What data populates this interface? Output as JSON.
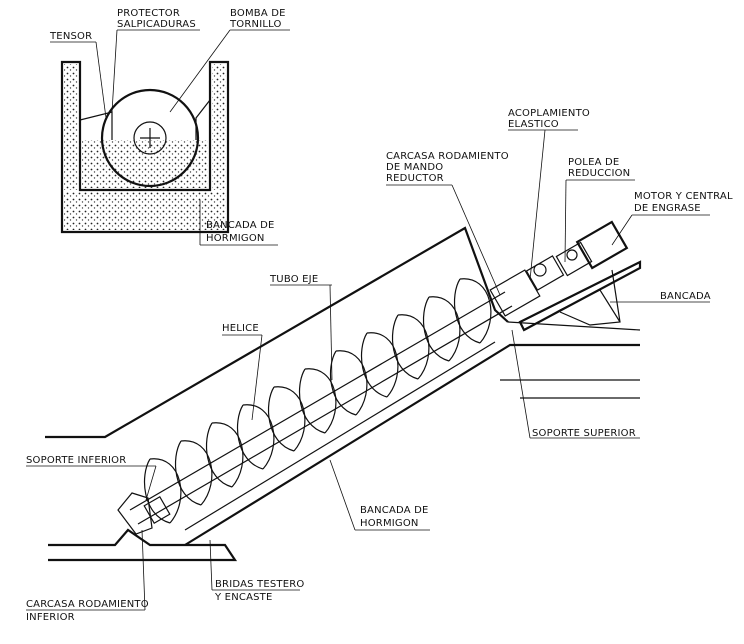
{
  "labels": {
    "tensor": "TENSOR",
    "protector_1": "PROTECTOR",
    "protector_2": "SALPICADURAS",
    "bomba_1": "BOMBA DE",
    "bomba_2": "TORNILLO",
    "bancada_top_1": "BANCADA DE",
    "bancada_top_2": "HORMIGON",
    "acoplamiento_1": "ACOPLAMIENTO",
    "acoplamiento_2": "ELASTICO",
    "carcasa_mando_1": "CARCASA RODAMIENTO",
    "carcasa_mando_2": "DE MANDO",
    "carcasa_mando_3": "REDUCTOR",
    "polea_1": "POLEA DE",
    "polea_2": "REDUCCION",
    "motor_1": "MOTOR Y CENTRAL",
    "motor_2": "DE ENGRASE",
    "bancada": "BANCADA",
    "tubo_eje": "TUBO EJE",
    "helice": "HELICE",
    "soporte_superior": "SOPORTE SUPERIOR",
    "soporte_inferior": "SOPORTE INFERIOR",
    "bancada_bottom_1": "BANCADA DE",
    "bancada_bottom_2": "HORMIGON",
    "bridas_1": "BRIDAS TESTERO",
    "bridas_2": "Y ENCASTE",
    "carcasa_inf_1": "CARCASA RODAMIENTO",
    "carcasa_inf_2": "INFERIOR"
  },
  "colors": {
    "ink": "#111111",
    "paper": "#ffffff"
  }
}
